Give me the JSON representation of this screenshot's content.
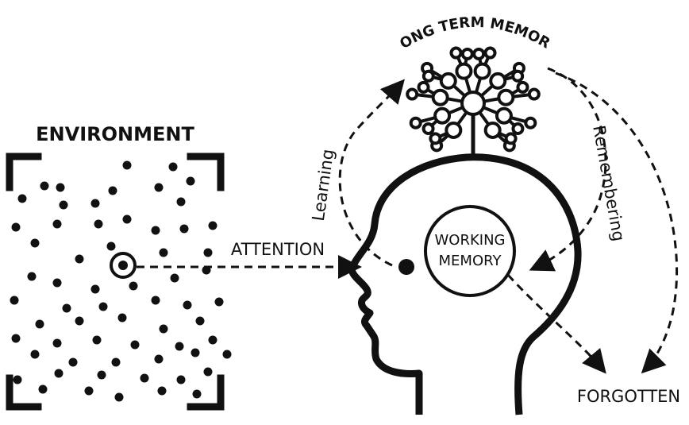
{
  "diagram": {
    "environment_label": "ENVIRONMENT",
    "attention_label": "ATTENTION",
    "long_term_memory_label": "LONG TERM MEMORY",
    "working_memory_label_line1": "WORKING",
    "working_memory_label_line2": "MEMORY",
    "learning_label": "Learning",
    "remembering_label": "Remembering",
    "forgotten_label": "FORGOTTEN"
  },
  "colors": {
    "ink": "#111111",
    "background": "#ffffff"
  }
}
